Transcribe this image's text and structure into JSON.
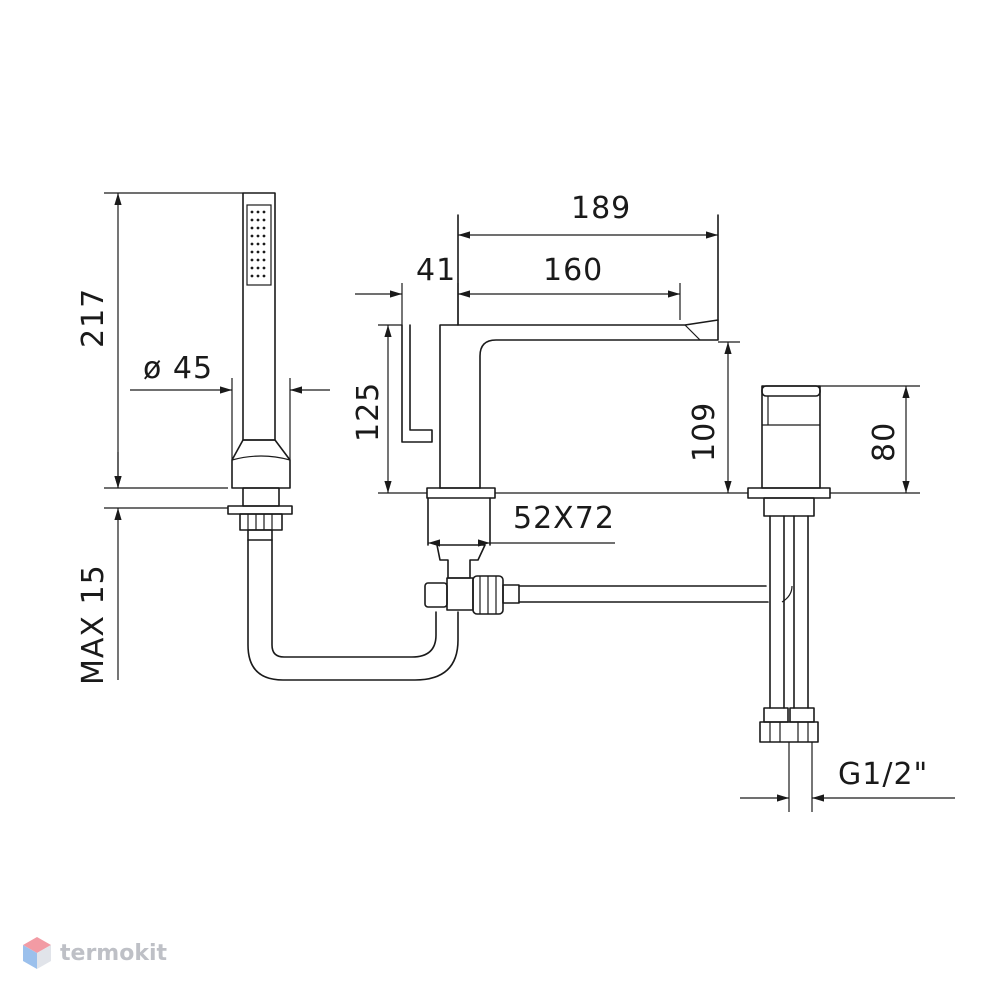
{
  "dimensions": {
    "d189": "189",
    "d41": "41",
    "d160": "160",
    "d217": "217",
    "d45": "ø 45",
    "d125": "125",
    "d109": "109",
    "d80": "80",
    "d52x72": "52X72",
    "dmax15": "MAX 15",
    "dthread": "G1/2\""
  },
  "watermark": {
    "text": "termokit",
    "colors": {
      "top": "#e94b5b",
      "left": "#4a8ede",
      "right": "#c9ced9"
    }
  }
}
